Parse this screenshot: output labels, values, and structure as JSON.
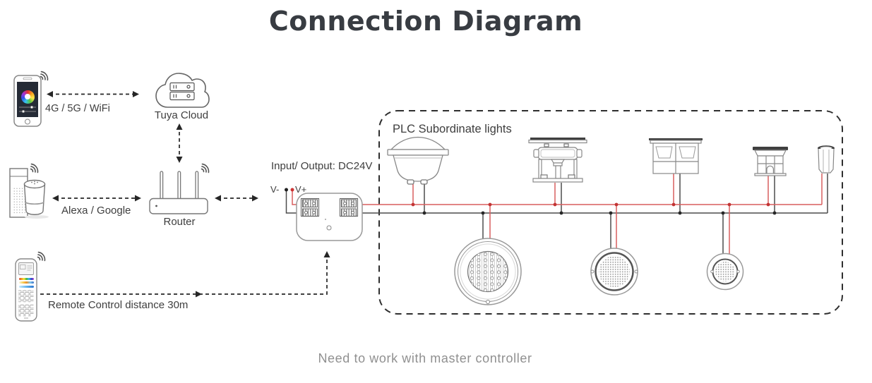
{
  "page": {
    "title": "Connection Diagram",
    "footer_note": "Need to work with master controller"
  },
  "cloud_link": {
    "wireless_label": "4G / 5G / WiFi",
    "cloud_label": "Tuya Cloud"
  },
  "voice_link": {
    "assistant_label": "Alexa / Google",
    "router_label": "Router"
  },
  "controller": {
    "io_label": "Input/ Output: DC24V",
    "terminal_negative_label": "V-",
    "terminal_positive_label": "V+"
  },
  "remote_link": {
    "distance_label": "Remote Control distance 30m"
  },
  "plc_group": {
    "label": "PLC Subordinate lights",
    "lights": [
      "par56-pool-light",
      "bracket-mounted-pool-light",
      "recessed-inground-light",
      "mini-inground-light",
      "spot-inground-light",
      "large-round-pool-light",
      "medium-round-pool-light",
      "small-round-pool-light"
    ]
  },
  "icons": {
    "phone": "smartphone-app-icon",
    "cloud": "tuya-cloud-icon",
    "speakers": "smart-speakers-icon",
    "router": "router-icon",
    "remote": "remote-control-icon",
    "controller": "controller-unit-icon",
    "wifi": "wifi-waves-icon"
  },
  "colors": {
    "wire_positive": "#d95f5f",
    "wire_negative": "#4c4c4c",
    "junction_positive": "#c23434",
    "junction_negative": "#262626",
    "dashed_line": "#2e2e2e",
    "title_text": "#383c42",
    "label_text": "#3e3e3e",
    "muted_text": "#909090"
  }
}
